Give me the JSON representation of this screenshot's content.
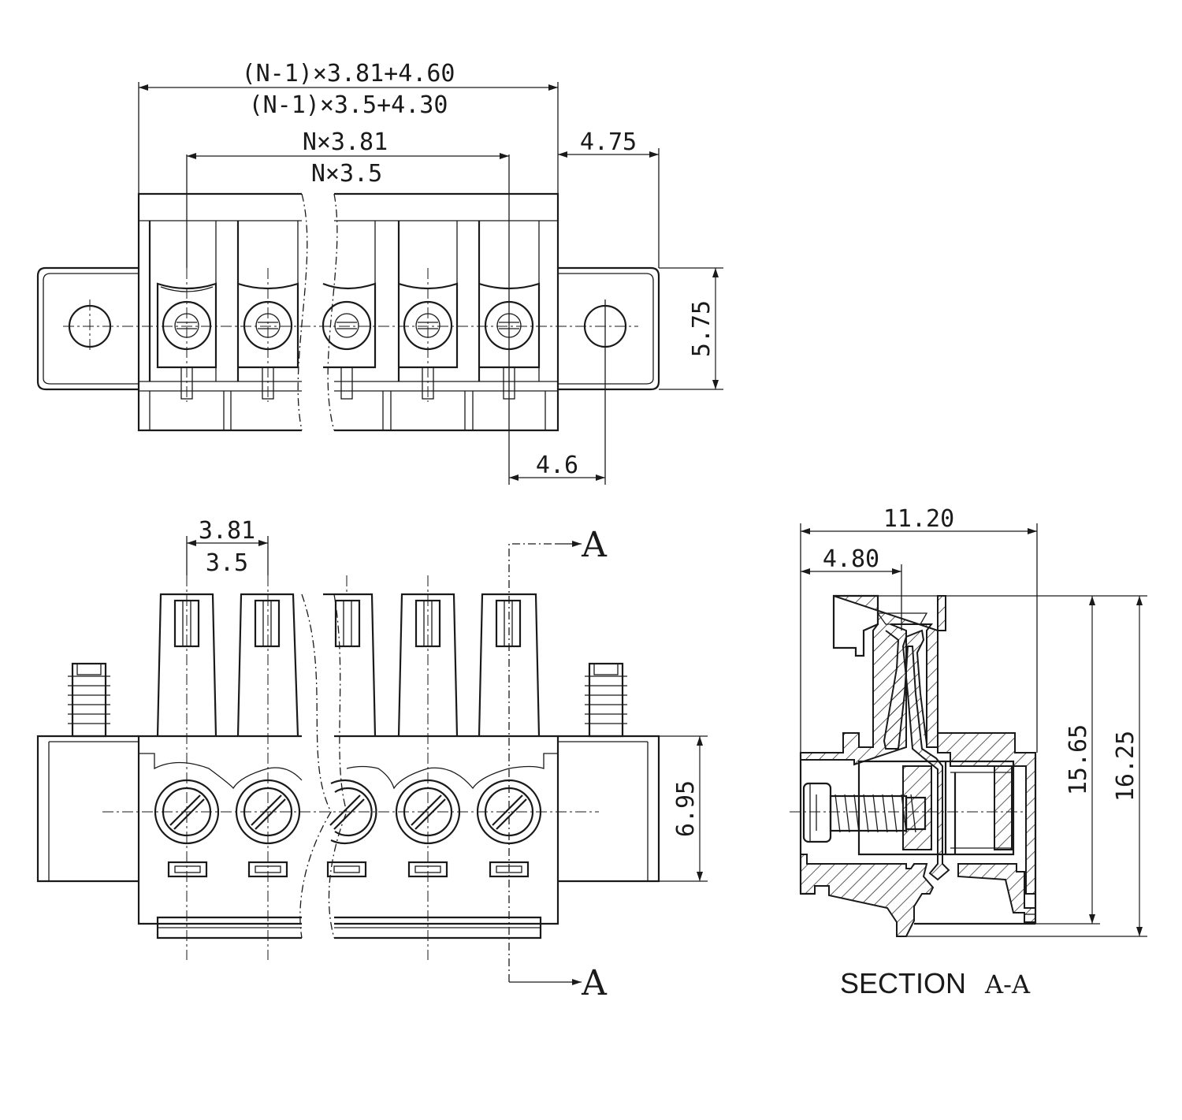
{
  "top_view": {
    "dim_overall_1": "(N-1)×3.81+4.60",
    "dim_overall_2": "(N-1)×3.5+4.30",
    "dim_pitch_total_1": "N×3.81",
    "dim_pitch_total_2": "N×3.5",
    "dim_flange": "4.75",
    "dim_flange_height": "5.75",
    "dim_hole_offset": "4.6"
  },
  "front_view": {
    "dim_pitch_1": "3.81",
    "dim_pitch_2": "3.5",
    "dim_body_height": "6.95",
    "section_mark_top": "A",
    "section_mark_bottom": "A"
  },
  "section_view": {
    "dim_width": "11.20",
    "dim_offset": "4.80",
    "dim_height_1": "15.65",
    "dim_height_2": "16.25",
    "caption_word": "SECTION",
    "caption_letters": "A-A"
  }
}
